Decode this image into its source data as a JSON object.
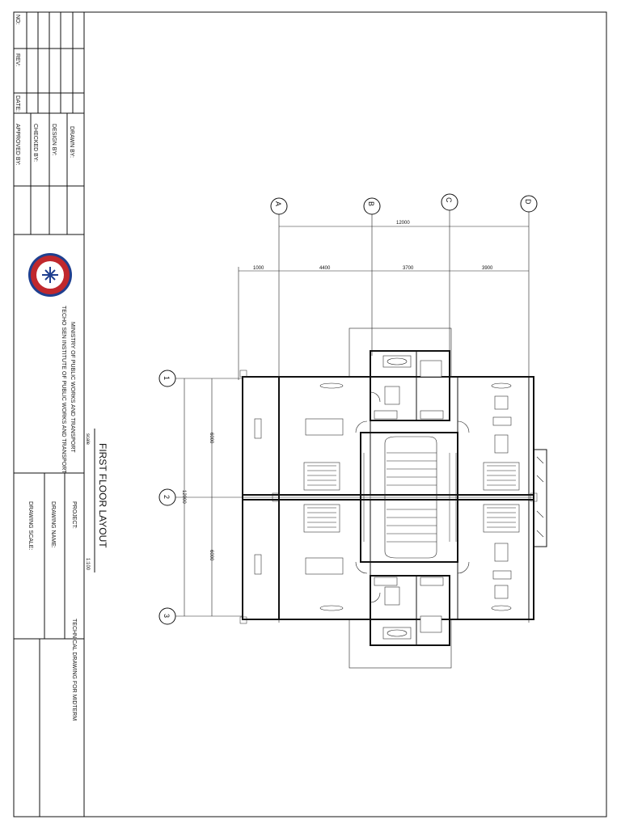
{
  "title_block": {
    "rev_headers": [
      "NO:",
      "REV:",
      "DATE:"
    ],
    "drawn_by_label": "DRAWN BY:",
    "design_by_label": "DESIGN BY:",
    "checked_by_label": "CHECKED BY:",
    "approved_by_label": "APPROVED BY:",
    "institution_line1": "MINISTRY OF PUBLIC WORKS AND TRANSPORT",
    "institution_line2": "TECHO SEN INSTITUTE OF PUBLIC WORKS AND TRANSPORT",
    "project_label": "PROJECT:",
    "project_value": "TECHNICAL DRAWING FOR MIDTERM",
    "drawing_name_label": "DRAWING NAME:",
    "drawing_scale_label": "DRAWING SCALE:"
  },
  "drawing": {
    "title": "FIRST FLOOR LAYOUT",
    "scale_label": "scale",
    "scale_value": "1:100",
    "grid_letters": [
      "A",
      "B",
      "C",
      "D"
    ],
    "grid_numbers": [
      "1",
      "2",
      "3"
    ],
    "overall_width_dim": "12000",
    "bay_dims": [
      "1000",
      "4400",
      "3700",
      "3900"
    ],
    "overall_length_dim": "12000",
    "half_length_dims": [
      "6000",
      "6000"
    ]
  },
  "colors": {
    "logo_outer": "#1f3f8f",
    "logo_ring": "#c0282d",
    "logo_inner": "#ffffff"
  }
}
